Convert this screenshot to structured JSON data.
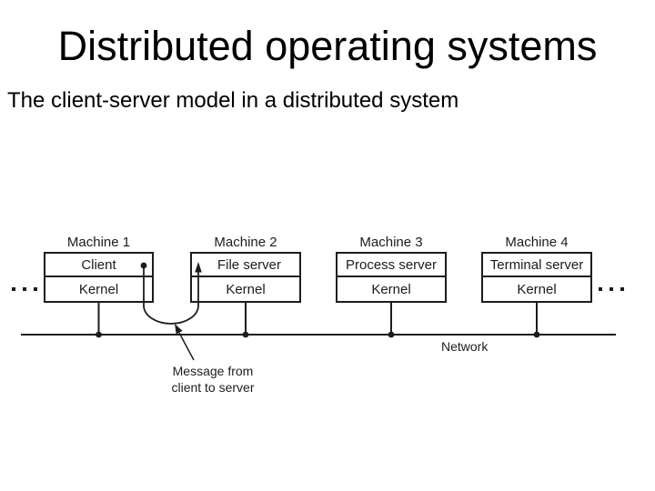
{
  "slide": {
    "title": "Distributed operating systems",
    "subtitle": "The client-server model in a distributed system"
  },
  "diagram": {
    "machines": [
      {
        "name": "Machine 1",
        "top_cell": "Client",
        "bottom_cell": "Kernel"
      },
      {
        "name": "Machine 2",
        "top_cell": "File server",
        "bottom_cell": "Kernel"
      },
      {
        "name": "Machine 3",
        "top_cell": "Process server",
        "bottom_cell": "Kernel"
      },
      {
        "name": "Machine 4",
        "top_cell": "Terminal server",
        "bottom_cell": "Kernel"
      }
    ],
    "network_label": "Network",
    "message_label": {
      "line1": "Message from",
      "line2": "client to server"
    },
    "icons": {
      "ellipsis_left": "three-square-dots",
      "ellipsis_right": "three-square-dots",
      "message_path": "curved-arrow-client-to-fileserver",
      "annotation_pointer": "diagonal-arrow"
    },
    "colors": {
      "background": "#ffffff",
      "text": "#000000",
      "line": "#1c1c1c",
      "box_fill": "#ffffff"
    }
  }
}
